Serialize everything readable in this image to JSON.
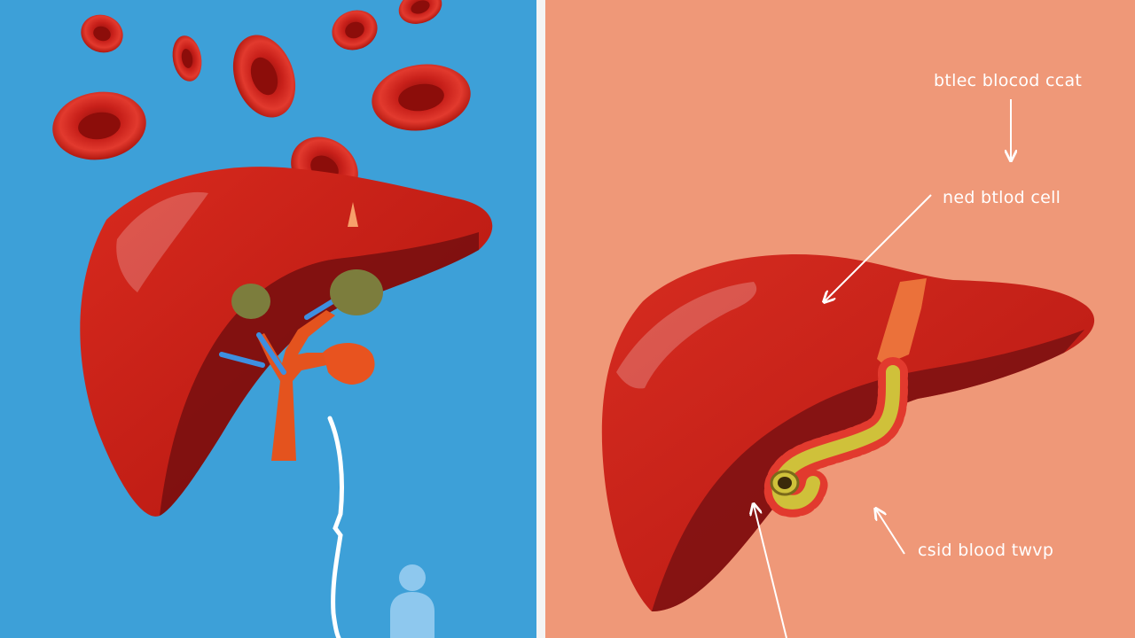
{
  "diagram": {
    "labels": {
      "top": "btlec blocod ccat",
      "middle": "ned btlod cell",
      "bottom": "csid blood twvp"
    },
    "colors": {
      "left_background": "#3da0d8",
      "right_background": "#ef9878",
      "liver_red": "#c8201a",
      "liver_dark": "#7a1010",
      "gallbladder_green": "#7c7d3d",
      "bile_duct_orange": "#e4531e",
      "vessel_blue": "#3e8fe0",
      "bile_yellow": "#cfc13a",
      "figure_blue": "#8ec8ee"
    }
  }
}
